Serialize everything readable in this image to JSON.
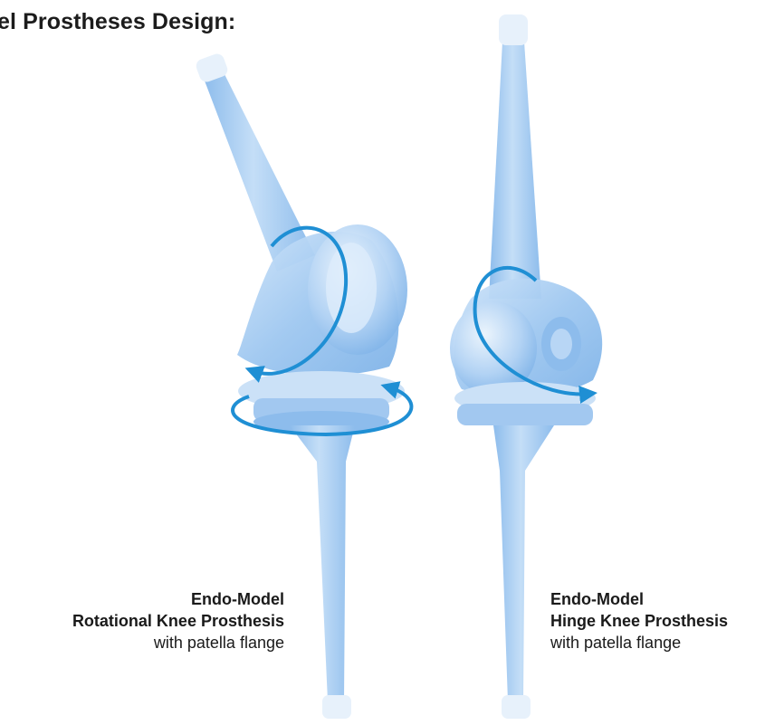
{
  "title": "el Prostheses Design:",
  "colors": {
    "prosthesis_fill": "#a9cdf2",
    "prosthesis_shade": "#78aee6",
    "cap": "#e7f1fb",
    "arrow": "#1f8fd4"
  },
  "prostheses": [
    {
      "name_line1": "Endo-Model",
      "name_line2": "Rotational Knee Prosthesis",
      "detail": "with patella flange"
    },
    {
      "name_line1": "Endo-Model",
      "name_line2": "Hinge Knee Prosthesis",
      "detail": "with patella flange"
    }
  ]
}
